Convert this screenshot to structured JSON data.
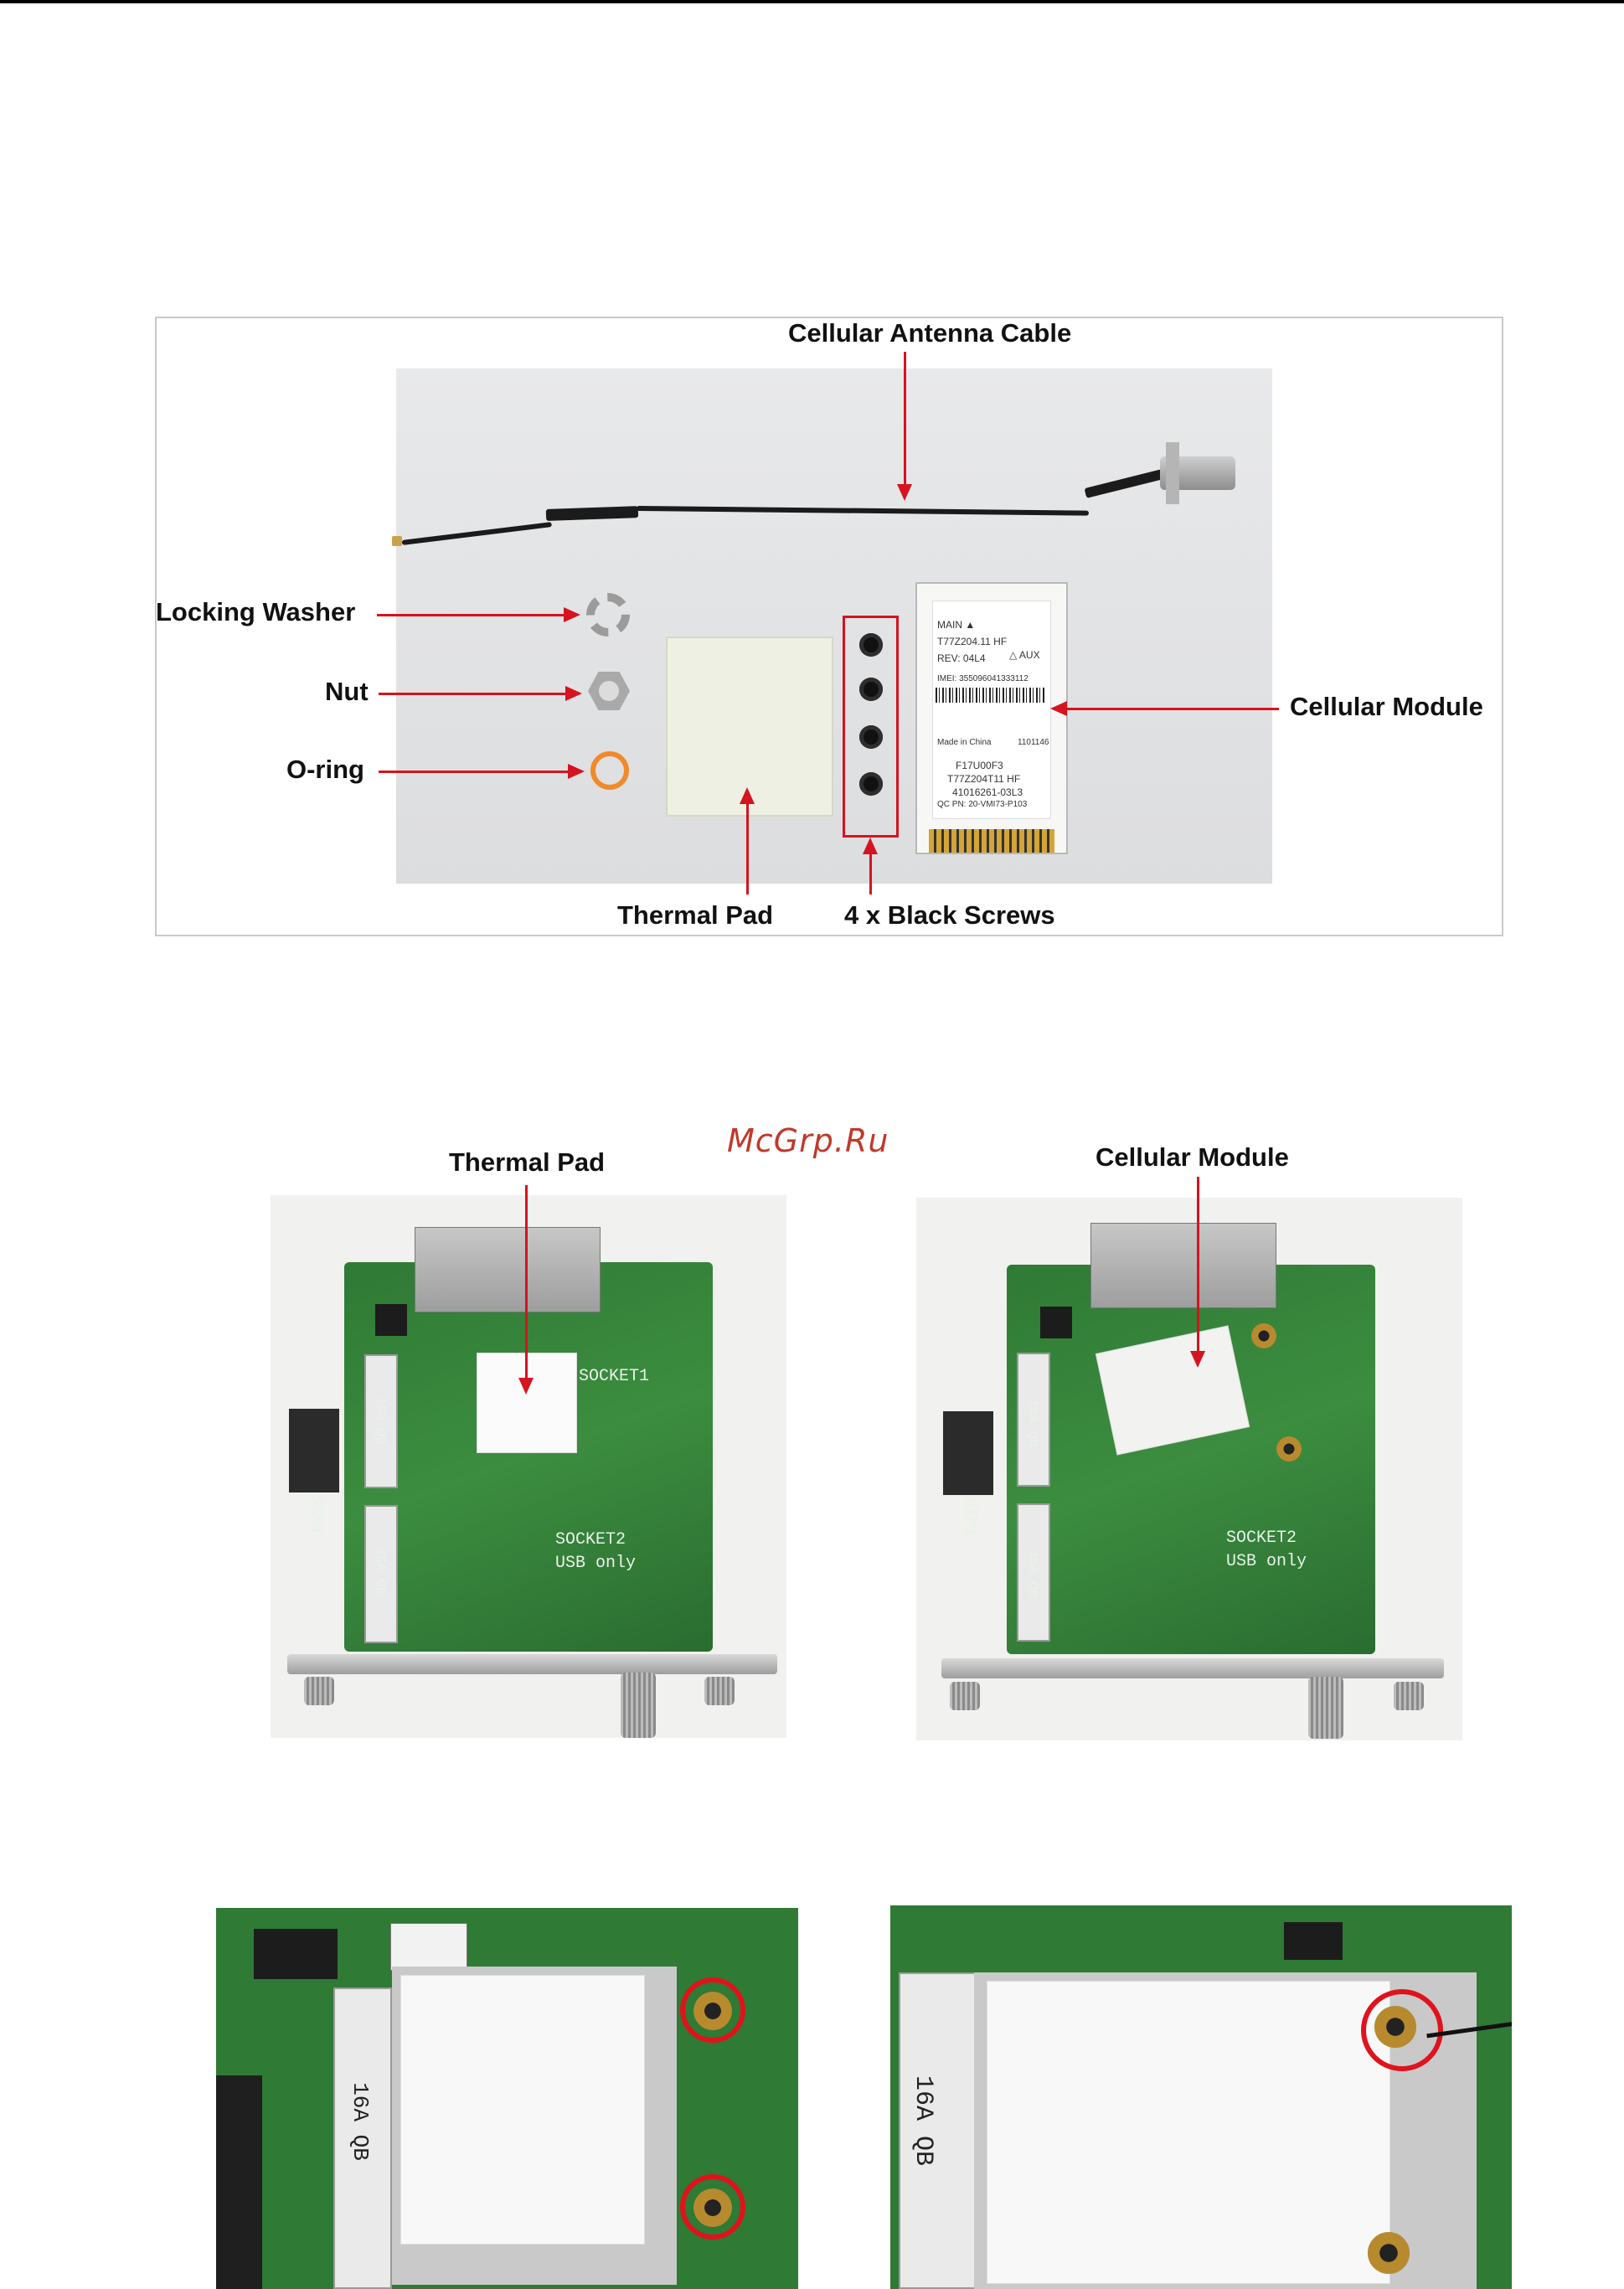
{
  "watermark": "McGrp.Ru",
  "figure1": {
    "callouts": {
      "cable": "Cellular Antenna Cable",
      "washer": "Locking Washer",
      "nut": "Nut",
      "oring": "O-ring",
      "module": "Cellular Module",
      "thermal_pad": "Thermal Pad",
      "screws": "4 x Black Screws"
    },
    "module_label": {
      "main": "MAIN ▲",
      "model": "T77Z204.11 HF",
      "rev": "REV: 04L4",
      "aux": "△ AUX",
      "imei": "IMEI: 355096041333112",
      "made": "Made in China",
      "code": "1101146",
      "part1": "F17U00F3",
      "part2": "T77Z204T11 HF",
      "part3": "41016261-03L3",
      "qc": "QC PN: 20-VMI73-P103"
    }
  },
  "figure2": {
    "left_label": "Thermal Pad",
    "right_label": "Cellular Module",
    "silk": {
      "socket1": "SOCKET1",
      "socket2": "SOCKET2",
      "usb_only": "USB only",
      "sim": "SIM1",
      "qb": "16A QB"
    }
  },
  "figure3": {
    "silk": {
      "qb": "16A QB"
    }
  }
}
